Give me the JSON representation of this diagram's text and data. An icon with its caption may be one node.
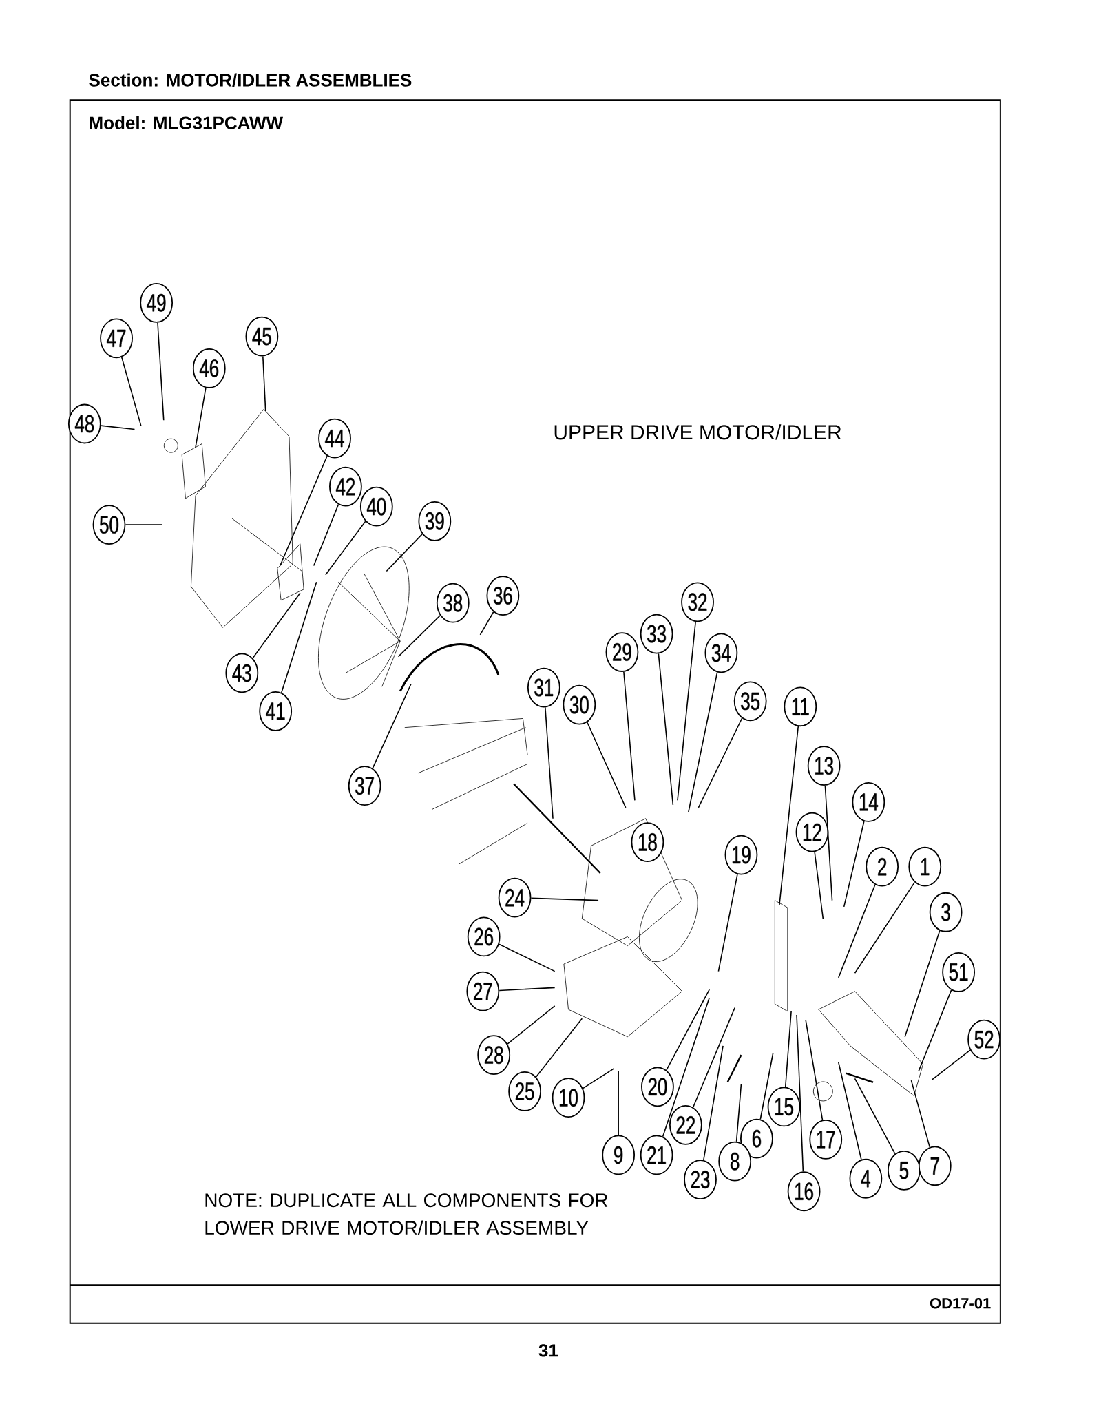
{
  "diagram": {
    "title": "Section:  MOTOR/IDLER ASSEMBLIES",
    "nodes": [
      {
        "text": [
          "49"
        ]
      },
      {
        "text": [
          "47"
        ]
      },
      {
        "text": [
          "45"
        ]
      },
      {
        "text": [
          "46"
        ]
      },
      {
        "text": [
          "48"
        ]
      },
      {
        "text": [
          "44"
        ]
      },
      {
        "text": [
          "42"
        ]
      },
      {
        "text": [
          "40"
        ]
      },
      {
        "text": [
          "39"
        ]
      },
      {
        "text": [
          "50"
        ]
      },
      {
        "text": [
          "38"
        ]
      },
      {
        "text": [
          "36"
        ]
      },
      {
        "text": [
          "32"
        ]
      },
      {
        "text": [
          "33"
        ]
      },
      {
        "text": [
          "29"
        ]
      },
      {
        "text": [
          "34"
        ]
      },
      {
        "text": [
          "43"
        ]
      },
      {
        "text": [
          "31"
        ]
      },
      {
        "text": [
          "30"
        ]
      },
      {
        "text": [
          "35"
        ]
      },
      {
        "text": [
          "11"
        ]
      },
      {
        "text": [
          "41"
        ]
      },
      {
        "text": [
          "13"
        ]
      },
      {
        "text": [
          "37"
        ]
      },
      {
        "text": [
          "14"
        ]
      },
      {
        "text": [
          "12"
        ]
      },
      {
        "text": [
          "18"
        ]
      },
      {
        "text": [
          "19"
        ]
      },
      {
        "text": [
          "2"
        ]
      },
      {
        "text": [
          "1"
        ]
      },
      {
        "text": [
          "24"
        ]
      },
      {
        "text": [
          "3"
        ]
      },
      {
        "text": [
          "26"
        ]
      },
      {
        "text": [
          "51"
        ]
      },
      {
        "text": [
          "27"
        ]
      },
      {
        "text": [
          "52"
        ]
      },
      {
        "text": [
          "28"
        ]
      },
      {
        "text": [
          "25"
        ]
      },
      {
        "text": [
          "10"
        ]
      },
      {
        "text": [
          "20"
        ]
      },
      {
        "text": [
          "15"
        ]
      },
      {
        "text": [
          "22"
        ]
      },
      {
        "text": [
          "6"
        ]
      },
      {
        "text": [
          "17"
        ]
      },
      {
        "text": [
          "9"
        ]
      },
      {
        "text": [
          "21"
        ]
      },
      {
        "text": [
          "8"
        ]
      },
      {
        "text": [
          "5"
        ]
      },
      {
        "text": [
          "7"
        ]
      },
      {
        "text": [
          "4"
        ]
      },
      {
        "text": [
          "23"
        ]
      },
      {
        "text": [
          "16"
        ]
      }
    ],
    "edges": [
      {
        "from": 0,
        "to": null,
        "arrow": "none"
      },
      {
        "from": 1,
        "to": null,
        "arrow": "none"
      },
      {
        "from": 2,
        "to": null,
        "arrow": "none"
      },
      {
        "from": 3,
        "to": null,
        "arrow": "none"
      },
      {
        "from": 4,
        "to": null,
        "arrow": "none"
      },
      {
        "from": 5,
        "to": null,
        "arrow": "none"
      },
      {
        "from": 6,
        "to": null,
        "arrow": "none"
      },
      {
        "from": 7,
        "to": null,
        "arrow": "none"
      },
      {
        "from": 8,
        "to": null,
        "arrow": "none"
      },
      {
        "from": 9,
        "to": null,
        "arrow": "none"
      },
      {
        "from": 10,
        "to": null,
        "arrow": "none"
      },
      {
        "from": 11,
        "to": null,
        "arrow": "none"
      },
      {
        "from": 12,
        "to": null,
        "arrow": "none"
      },
      {
        "from": 13,
        "to": null,
        "arrow": "none"
      },
      {
        "from": 14,
        "to": null,
        "arrow": "none"
      },
      {
        "from": 15,
        "to": null,
        "arrow": "none"
      },
      {
        "from": 16,
        "to": null,
        "arrow": "none"
      },
      {
        "from": 17,
        "to": null,
        "arrow": "none"
      },
      {
        "from": 18,
        "to": null,
        "arrow": "none"
      },
      {
        "from": 19,
        "to": null,
        "arrow": "none"
      },
      {
        "from": 20,
        "to": null,
        "arrow": "none"
      },
      {
        "from": 21,
        "to": null,
        "arrow": "none"
      },
      {
        "from": 22,
        "to": null,
        "arrow": "none"
      },
      {
        "from": 23,
        "to": null,
        "arrow": "none"
      },
      {
        "from": 24,
        "to": null,
        "arrow": "none"
      },
      {
        "from": 25,
        "to": null,
        "arrow": "none"
      },
      {
        "from": 26,
        "to": null,
        "arrow": "none"
      },
      {
        "from": 27,
        "to": null,
        "arrow": "none"
      },
      {
        "from": 28,
        "to": null,
        "arrow": "none"
      },
      {
        "from": 29,
        "to": null,
        "arrow": "none"
      },
      {
        "from": 30,
        "to": null,
        "arrow": "none"
      },
      {
        "from": 31,
        "to": null,
        "arrow": "none"
      },
      {
        "from": 32,
        "to": null,
        "arrow": "none"
      },
      {
        "from": 33,
        "to": null,
        "arrow": "none"
      },
      {
        "from": 34,
        "to": null,
        "arrow": "none"
      },
      {
        "from": 35,
        "to": null,
        "arrow": "none"
      },
      {
        "from": 36,
        "to": null,
        "arrow": "none"
      },
      {
        "from": 37,
        "to": null,
        "arrow": "none"
      },
      {
        "from": 38,
        "to": null,
        "arrow": "none"
      },
      {
        "from": 39,
        "to": null,
        "arrow": "none"
      },
      {
        "from": 40,
        "to": null,
        "arrow": "none"
      },
      {
        "from": 41,
        "to": null,
        "arrow": "none"
      },
      {
        "from": 42,
        "to": null,
        "arrow": "none"
      },
      {
        "from": 43,
        "to": null,
        "arrow": "none"
      },
      {
        "from": 44,
        "to": null,
        "arrow": "none"
      },
      {
        "from": 45,
        "to": null,
        "arrow": "none"
      },
      {
        "from": 46,
        "to": null,
        "arrow": "none"
      },
      {
        "from": 47,
        "to": null,
        "arrow": "none"
      },
      {
        "from": 48,
        "to": null,
        "arrow": "none"
      },
      {
        "from": 49,
        "to": null,
        "arrow": "none"
      },
      {
        "from": 50,
        "to": null,
        "arrow": "none"
      },
      {
        "from": 51,
        "to": null,
        "arrow": "none"
      }
    ],
    "labels": [
      "Model:  MLG31PCAWW",
      "UPPER DRIVE MOTOR/IDLER",
      "NOTE: DUPLICATE ALL COMPONENTS FOR LOWER DRIVE MOTOR/IDLER ASSEMBLY",
      "OD17-01",
      "31"
    ]
  }
}
